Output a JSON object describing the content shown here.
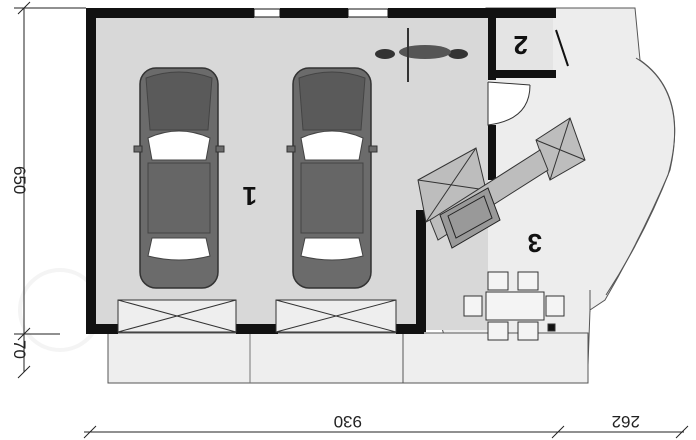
{
  "dimensions": {
    "left_main": "650",
    "left_small": "70",
    "bottom_main": "930",
    "bottom_small": "262"
  },
  "rooms": {
    "garage": "1",
    "storage": "2",
    "terrace": "3"
  },
  "colors": {
    "wall": "#111111",
    "floor": "#d6d6d6",
    "car": "#6b6b6b",
    "terrace": "#ededed"
  },
  "icons": [
    "car-icon",
    "motorcycle-icon",
    "grill-icon",
    "dining-set-icon"
  ]
}
